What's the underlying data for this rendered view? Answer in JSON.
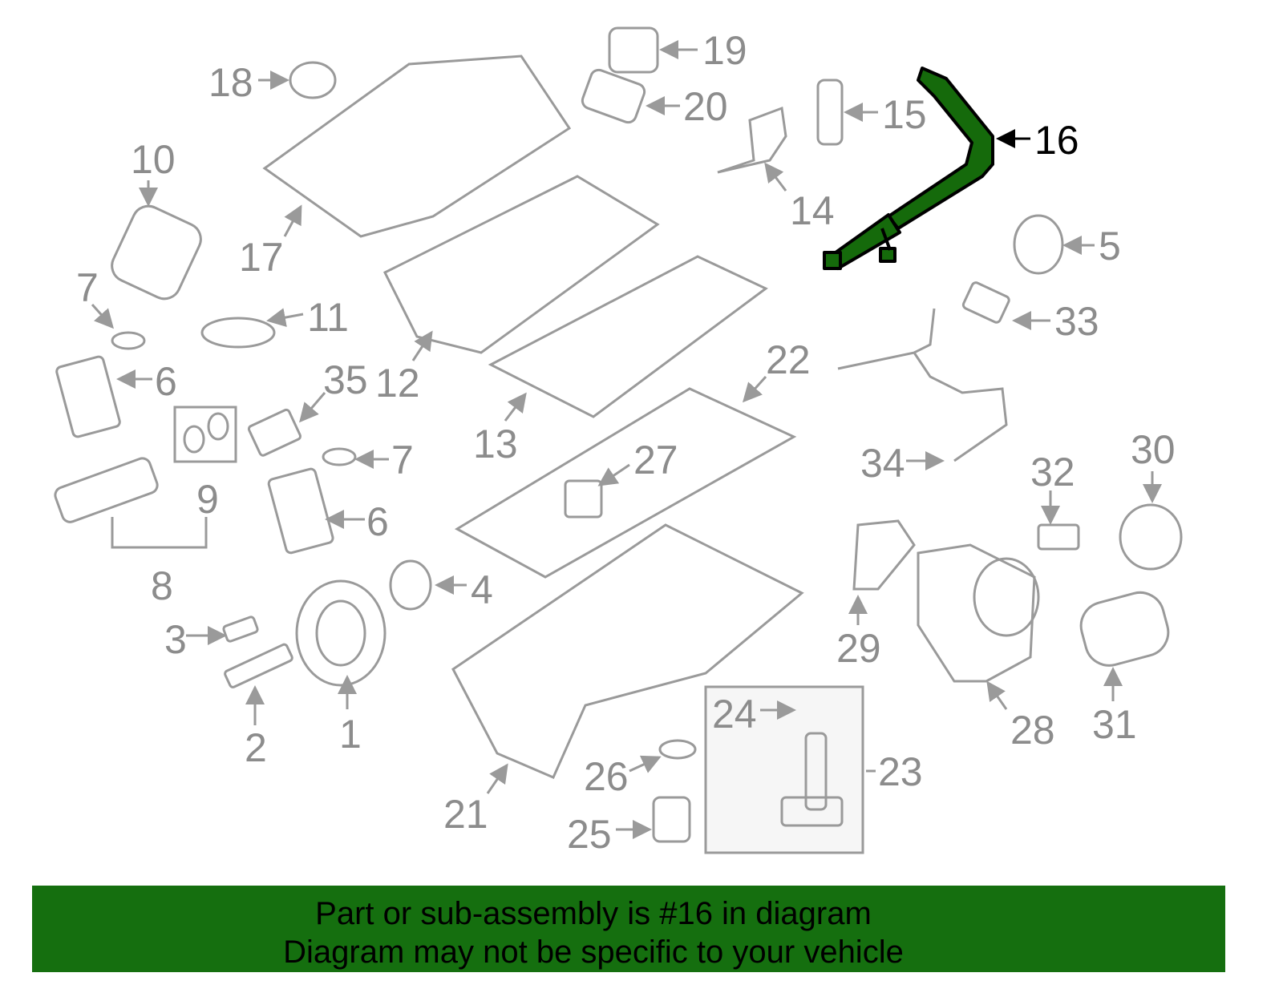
{
  "diagram": {
    "highlight_color": "#156a0b",
    "highlighted_part": "16",
    "callouts": [
      "1",
      "2",
      "3",
      "4",
      "5",
      "6",
      "6",
      "7",
      "7",
      "8",
      "9",
      "10",
      "11",
      "12",
      "13",
      "14",
      "15",
      "16",
      "17",
      "18",
      "19",
      "20",
      "21",
      "22",
      "23",
      "24",
      "25",
      "26",
      "27",
      "28",
      "29",
      "30",
      "31",
      "32",
      "33",
      "34",
      "35"
    ]
  },
  "footer": {
    "line1": "Part or sub-assembly is #16 in diagram",
    "line2": "Diagram may not be specific to your vehicle",
    "background": "#156f0f"
  }
}
